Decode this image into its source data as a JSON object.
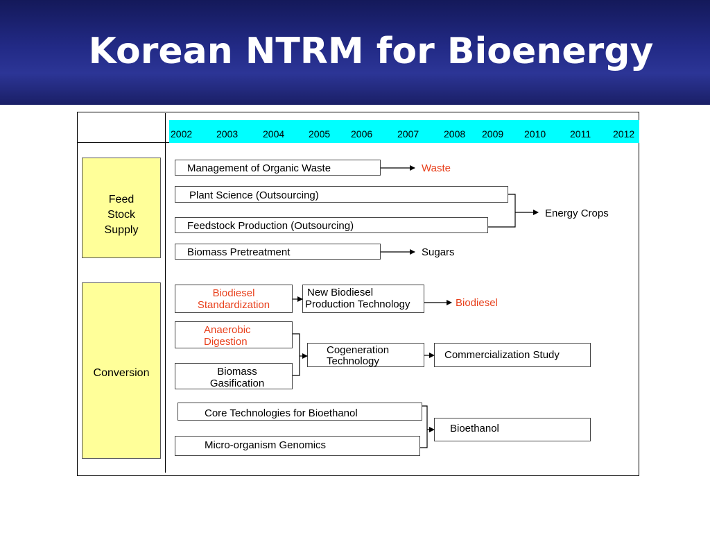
{
  "slide": {
    "title": "Korean NTRM for Bioenergy"
  },
  "timeline": {
    "years": [
      "2002",
      "2003",
      "2004",
      "2005",
      "2006",
      "2007",
      "2008",
      "2009",
      "2010",
      "2011",
      "2012"
    ]
  },
  "categories": {
    "feedstock": "Feed\nStock\nSupply",
    "conversion": "Conversion"
  },
  "feedstock": {
    "organic_waste": "Management of Organic Waste",
    "waste": "Waste",
    "plant_science": "Plant Science (Outsourcing)",
    "feedstock_production": "Feedstock Production (Outsourcing)",
    "energy_crops": "Energy Crops",
    "pretreatment": "Biomass Pretreatment",
    "sugars": "Sugars"
  },
  "conversion": {
    "biodiesel_std": "Biodiesel\nStandardization",
    "new_biodiesel": "New Biodiesel",
    "production_tech": "Production Technology",
    "biodiesel": "Biodiesel",
    "anaerobic": "Anaerobic\nDigestion",
    "gasification": "Biomass\nGasification",
    "cogeneration": "Cogeneration",
    "technology": "Technology",
    "commercialization": "Commercialization Study",
    "bioethanol_core": "Core Technologies for  Bioethanol",
    "genomics": "Micro-organism Genomics",
    "bioethanol": "Bioethanol"
  },
  "colors": {
    "banner": "#1f2680",
    "highlight": "#e8401c",
    "timeline_band": "#00ffff",
    "category_fill": "#ffff99"
  }
}
